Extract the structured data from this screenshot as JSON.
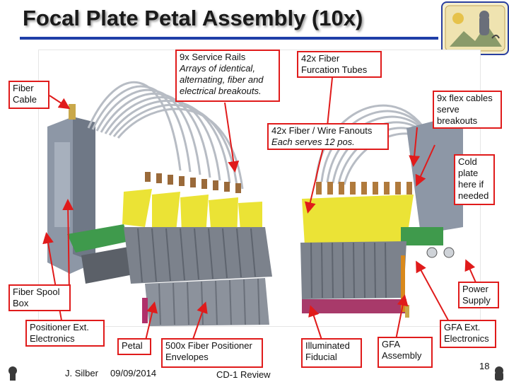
{
  "slide": {
    "title": "Focal Plate Petal Assembly (10x)",
    "page_number": "18"
  },
  "callouts": {
    "fiber_cable": "Fiber Cable",
    "service_rails_l1": "9x Service Rails",
    "service_rails_l2": "Arrays of identical, alternating, fiber and electrical breakouts.",
    "furcation_tubes": "42x Fiber Furcation Tubes",
    "flex_cables": "9x flex cables serve breakouts",
    "fanouts_l1": "42x Fiber / Wire Fanouts",
    "fanouts_l2": "Each serves 12 pos.",
    "cold_plate": "Cold plate here if needed",
    "fiber_spool_box": "Fiber Spool Box",
    "power_supply": "Power Supply",
    "positioner_electronics": "Positioner Ext. Electronics",
    "gfa_electronics": "GFA Ext. Electronics",
    "petal": "Petal",
    "positioner_envelopes": "500x Fiber Positioner Envelopes",
    "illuminated_fiducial": "Illuminated Fiducial",
    "gfa_assembly": "GFA Assembly"
  },
  "footer": {
    "author": "J. Silber",
    "date": "09/09/2014",
    "event": "CD-1 Review"
  },
  "colors": {
    "callout_border": "#e01b1b",
    "title_rule": "#1f3fa8",
    "fanout_yellow": "#e9e020",
    "board_green": "#3f9a4c"
  }
}
